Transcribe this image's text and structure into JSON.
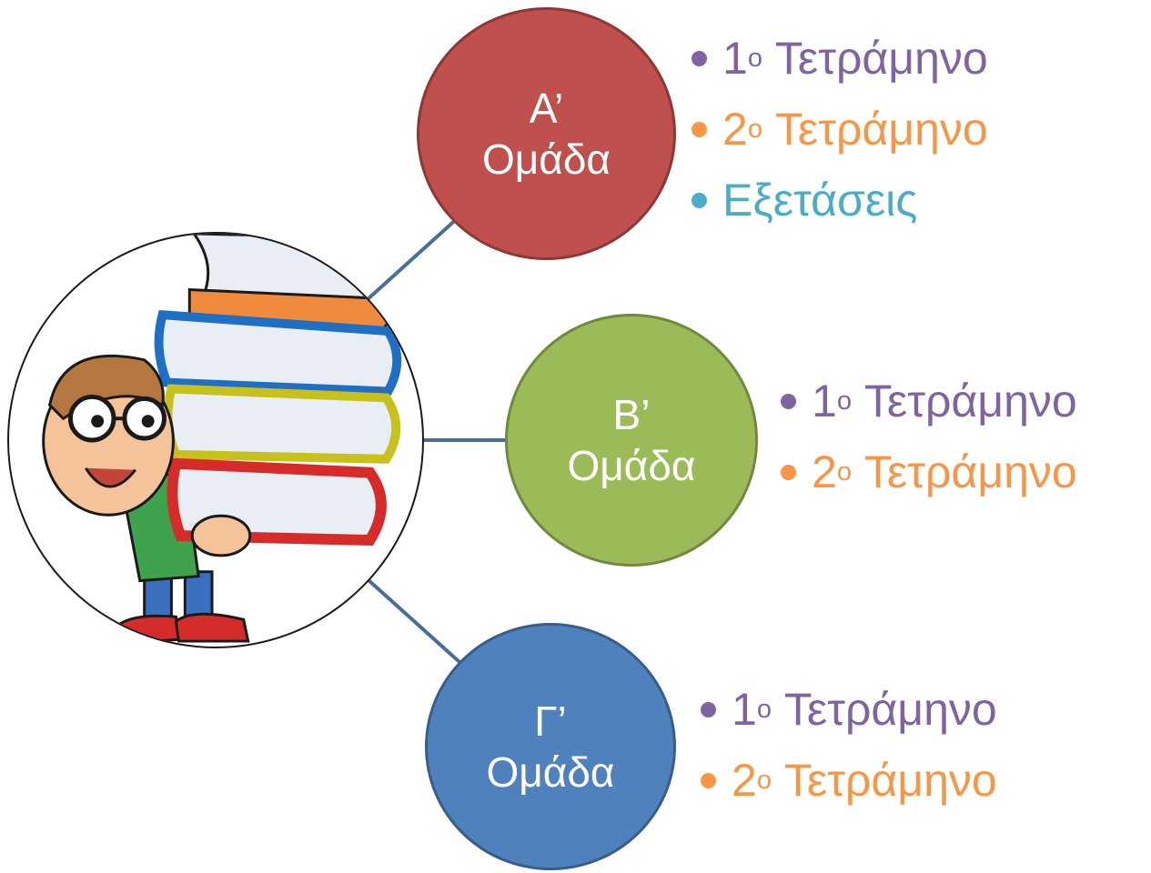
{
  "hub": {
    "image": "boy-carrying-books-illustration"
  },
  "groups": [
    {
      "line1": "Α’",
      "line2": "Ομάδα",
      "color": "#C0504D",
      "items": [
        {
          "num": "1",
          "sup": "ο",
          "text": "Τετράμηνο",
          "color": "#8064A2"
        },
        {
          "num": "2",
          "sup": "ο",
          "text": "Τετράμηνο",
          "color": "#F79646"
        },
        {
          "num": "",
          "sup": "",
          "text": "Εξετάσεις",
          "color": "#4BACC6"
        }
      ]
    },
    {
      "line1": "Β’",
      "line2": "Ομάδα",
      "color": "#9BBB59",
      "items": [
        {
          "num": "1",
          "sup": "ο",
          "text": "Τετράμηνο",
          "color": "#8064A2"
        },
        {
          "num": "2",
          "sup": "ο",
          "text": "Τετράμηνο",
          "color": "#F79646"
        }
      ]
    },
    {
      "line1": "Γ’",
      "line2": "Ομάδα",
      "color": "#4F81BD",
      "items": [
        {
          "num": "1",
          "sup": "ο",
          "text": "Τετράμηνο",
          "color": "#8064A2"
        },
        {
          "num": "2",
          "sup": "ο",
          "text": "Τετράμηνο",
          "color": "#F79646"
        }
      ]
    }
  ]
}
